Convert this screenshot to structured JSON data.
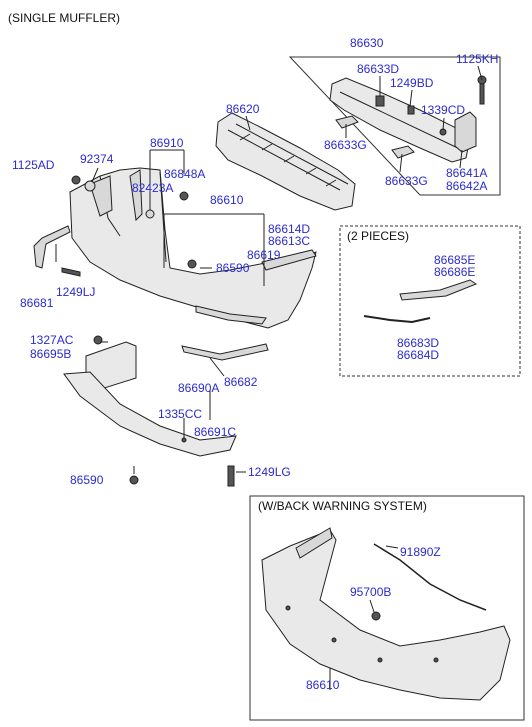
{
  "title": "(SINGLE MUFFLER)",
  "inset_pieces": {
    "title": "(2 PIECES)"
  },
  "inset_warning": {
    "title": "(W/BACK WARNING SYSTEM)"
  },
  "labels": {
    "p86630": "86630",
    "p1125KH": "1125KH",
    "p86633D": "86633D",
    "p1249BD": "1249BD",
    "p1339CD": "1339CD",
    "p86620": "86620",
    "p86633G_a": "86633G",
    "p86633G_b": "86633G",
    "p86641A": "86641A",
    "p86642A": "86642A",
    "p86910": "86910",
    "p1125AD": "1125AD",
    "p92374": "92374",
    "p86848A": "86848A",
    "p82423A": "82423A",
    "p86610_main": "86610",
    "p86614D": "86614D",
    "p86613C": "86613C",
    "p86619": "86619",
    "p86590_a": "86590",
    "p86681": "86681",
    "p1249LJ": "1249LJ",
    "p86685E": "86685E",
    "p86686E": "86686E",
    "p86683D": "86683D",
    "p86684D": "86684D",
    "p1327AC": "1327AC",
    "p86695B": "86695B",
    "p86682": "86682",
    "p86690A": "86690A",
    "p1335CC": "1335CC",
    "p86691C": "86691C",
    "p86590_b": "86590",
    "p1249LG": "1249LG",
    "p91890Z": "91890Z",
    "p95700B": "95700B",
    "p86610_warn": "86610"
  }
}
